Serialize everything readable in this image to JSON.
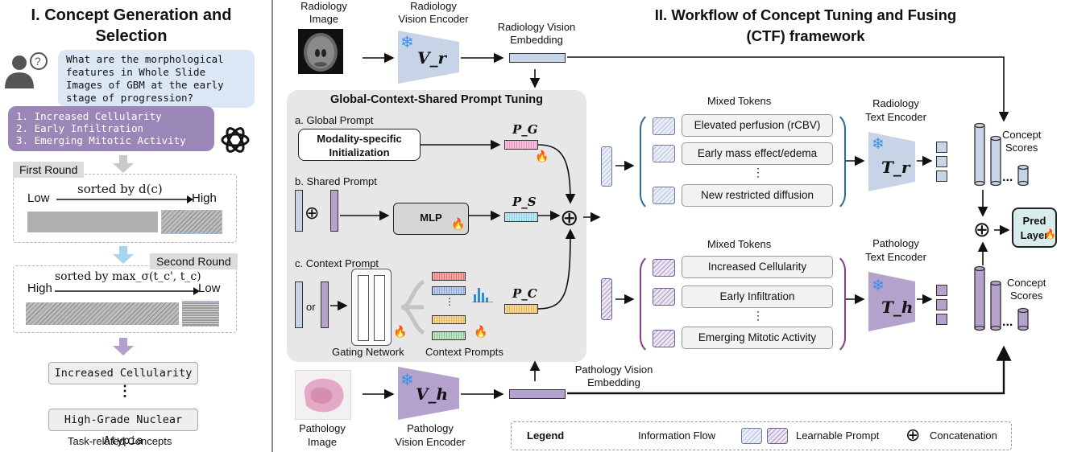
{
  "left": {
    "title": "I.  Concept Generation and Selection",
    "question": "What are the morphological features in Whole Slide Images of GBM at the early stage of progression?",
    "answer_items": [
      "1. Increased Cellularity",
      "2. Early Infiltration",
      "3. Emerging Mitotic Activity"
    ],
    "first_round": {
      "tag": "First Round",
      "low": "Low",
      "high": "High",
      "sorted_by": "sorted by d(c)"
    },
    "second_round": {
      "tag": "Second Round",
      "high": "High",
      "low": "Low",
      "sorted_by": "sorted by max_σ(t_c', t_c)"
    },
    "concepts": [
      "Increased Cellularity",
      "⋮",
      "High-Grade Nuclear Atypia"
    ],
    "caption": "Task-related Concepts"
  },
  "right": {
    "title_line1": "II. Workflow of Concept Tuning and Fusing",
    "title_line2": "(CTF) framework",
    "radiology_image": "Radiology\nImage",
    "radiology_encoder": "Radiology\nVision Encoder",
    "radiology_embedding": "Radiology Vision\nEmbedding",
    "vr_label": "V_r",
    "vh_label": "V_h",
    "pathology_image": "Pathology\nImage",
    "pathology_encoder": "Pathology\nVision Encoder",
    "pathology_embedding": "Pathology Vision\nEmbedding",
    "prompt_panel": {
      "title": "Global-Context-Shared Prompt Tuning",
      "global_label": "a. Global Prompt",
      "global_box": "Modality-specific\nInitialization",
      "shared_label": "b. Shared Prompt",
      "mlp": "MLP",
      "context_label": "c. Context Prompt",
      "or": "or",
      "gating": "Gating Network",
      "context_prompts": "Context Prompts",
      "pg": "P_G",
      "ps": "P_S",
      "pc": "P_C"
    },
    "rad_tokens": {
      "title": "Mixed Tokens",
      "items": [
        "Elevated perfusion (rCBV)",
        "Early mass effect/edema",
        "⋮",
        "New restricted diffusion"
      ]
    },
    "path_tokens": {
      "title": "Mixed Tokens",
      "items": [
        "Increased Cellularity",
        "Early Infiltration",
        "⋮",
        "Emerging Mitotic Activity"
      ]
    },
    "rad_text_encoder": "Radiology\nText Encoder",
    "path_text_encoder": "Pathology\nText Encoder",
    "tr_label": "T_r",
    "th_label": "T_h",
    "concept_scores_top": "Concept\nScores",
    "concept_scores_bottom": "Concept\nScores",
    "ellipsis": "...",
    "pred_layer": "Pred\nLayer",
    "legend": {
      "title": "Legend",
      "flow": "Information Flow",
      "prompt": "Learnable Prompt",
      "concat": "Concatenation"
    }
  },
  "colors": {
    "radiology_blue": "#c7d3e7",
    "pathology_purple": "#b4a1cc",
    "panel_gray": "#e7e7e7",
    "rad_bracket": "#2f6a9c",
    "path_bracket": "#8a3b8f"
  },
  "icons": [
    "user-icon",
    "openai-icon",
    "snowflake-icon",
    "fire-icon",
    "histogram-icon"
  ]
}
